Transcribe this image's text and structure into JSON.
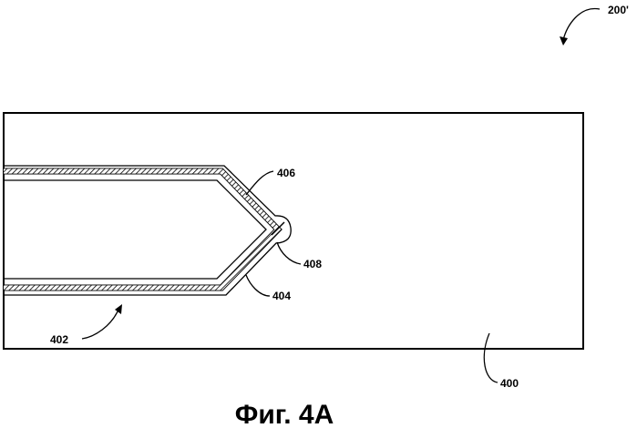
{
  "figure": {
    "caption": "Фиг. 4A",
    "labels": {
      "ref_200": "200'",
      "ref_400": "400",
      "ref_402": "402",
      "ref_404": "404",
      "ref_406": "406",
      "ref_408": "408"
    }
  }
}
